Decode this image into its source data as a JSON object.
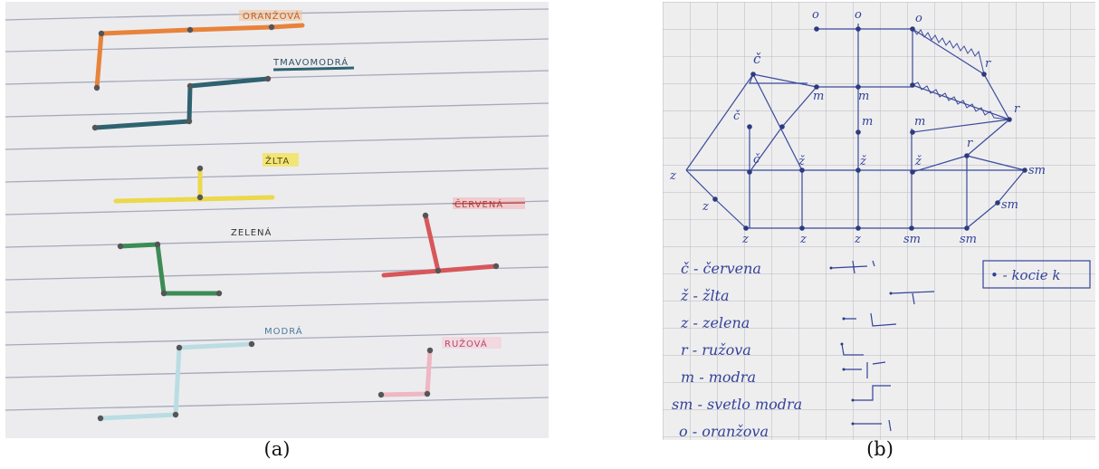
{
  "panel_a": {
    "caption": "(a)",
    "labels": {
      "oranzova": "ORANŽOVÁ",
      "tmavomodra": "TMAVOMODRÁ",
      "zlta": "ŽLTA",
      "cervena": "ČERVENÁ",
      "zelena": "ZELENÁ",
      "modra": "MODRÁ",
      "ruzova": "RUŽOVÁ"
    },
    "colors": {
      "orange": "#e8833a",
      "dark_blue": "#2f6270",
      "yellow": "#ecd84a",
      "red": "#d8575a",
      "green": "#3c8c55",
      "light_blue": "#b9dde3",
      "pink": "#efb6c4",
      "highlight_yellow": "#f4e35a"
    }
  },
  "panel_b": {
    "caption": "(b)",
    "nodes": {
      "o1": "o",
      "o2": "o",
      "o3": "o",
      "c1": "č",
      "c2": "č",
      "c3": "č",
      "m1": "m",
      "m2": "m",
      "m3": "m",
      "m4": "m",
      "z_left": "z",
      "z_left2": "z",
      "zh1": "ž",
      "zh2": "ž",
      "zh3": "ž",
      "r1": "r",
      "r2": "r",
      "r3": "r",
      "sm1": "sm",
      "sm2": "sm",
      "bz1": "z",
      "bz2": "z",
      "bz3": "z",
      "bsm1": "sm",
      "bsm2": "sm"
    },
    "legend": [
      "č - červena",
      "ž - žlta",
      "z - zelena",
      "r - ružova",
      "m - modra",
      "sm - svetlo modra",
      "o - oranžova"
    ],
    "key_box": "• - kocie k",
    "ink_color": "#3b4a9a"
  }
}
